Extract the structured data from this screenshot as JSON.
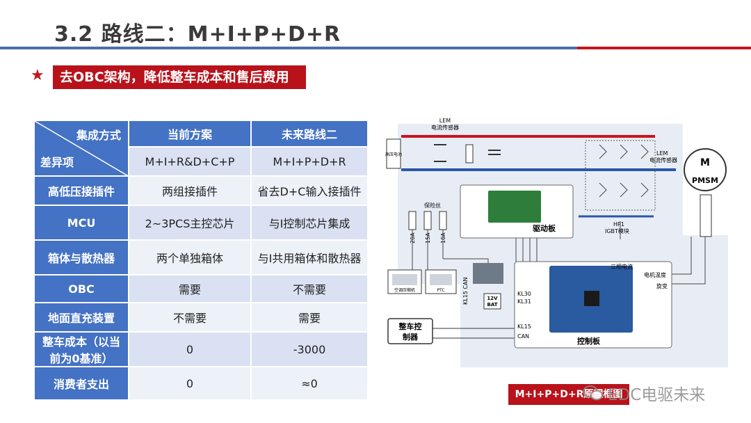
{
  "header": {
    "title": "3.2 路线二：M+I+P+D+R"
  },
  "banner": {
    "text": "去OBC架构，降低整车成本和售后费用"
  },
  "table": {
    "corner_top": "集成方式",
    "corner_bottom": "差异项",
    "col_current": "当前方案",
    "col_future": "未来路线二",
    "sub_current": "M+I+R&D+C+P",
    "sub_future": "M+I+P+D+R",
    "rows": [
      {
        "label": "高低压接插件",
        "current": "两组接插件",
        "future": "省去D+C输入接插件"
      },
      {
        "label": "MCU",
        "current": "2~3PCS主控芯片",
        "future": "与I控制芯片集成"
      },
      {
        "label": "箱体与散热器",
        "current": "两个单独箱体",
        "future": "与I共用箱体和散热器"
      },
      {
        "label": "OBC",
        "current": "需要",
        "future": "不需要"
      },
      {
        "label": "地面直充装置",
        "current": "不需要",
        "future": "需要"
      },
      {
        "label": "整车成本（以当前为0基准）",
        "current": "0",
        "future": "-3000"
      },
      {
        "label": "消费者支出",
        "current": "0",
        "future": "≈0"
      }
    ]
  },
  "diagram": {
    "lem_top": "LEM",
    "lem_top_sub": "电流传感器",
    "hv_battery": "高压电池",
    "lem_right": "LEM",
    "lem_right_sub": "电流传感器",
    "motor_symbol": "M",
    "motor_label": "PMSM",
    "fuse_label": "保险丝",
    "fuse_20a": "20A",
    "fuse_15a": "15A",
    "fuse_10a": "10A",
    "drive_board": "驱动板",
    "igbt_line1": "HP1",
    "igbt_line2": "IGBT模块",
    "three_phase": "三相电流",
    "motor_temp": "电机温度",
    "resolver": "旋变",
    "kl30": "KL30",
    "kl31": "KL31",
    "kl15": "KL15",
    "can": "CAN",
    "kl15can": "KL15 CAN",
    "bat_12v_a": "12V",
    "bat_12v_b": "BAT",
    "aircon": "空调压缩机",
    "ptc": "PTC",
    "vcu_line1": "整车控",
    "vcu_line2": "制器",
    "control_board": "控制板"
  },
  "caption": {
    "text": "M+I+P+D+R原理框图"
  },
  "watermark": {
    "text": "EDC电驱未来"
  },
  "colors": {
    "accent_red": "#b9121b",
    "header_blue": "#4472c4",
    "rule_blue": "#4a6fa8"
  }
}
